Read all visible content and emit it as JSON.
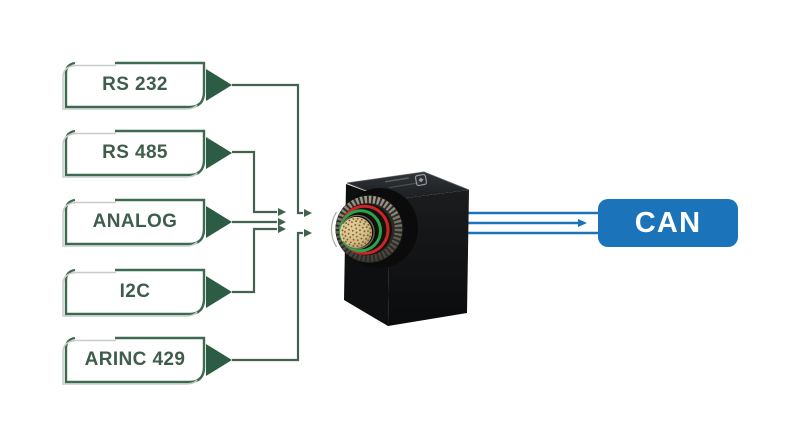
{
  "diagram": {
    "title": "",
    "inputs": [
      {
        "label": "RS 232"
      },
      {
        "label": "RS 485"
      },
      {
        "label": "ANALOG"
      },
      {
        "label": "I2C"
      },
      {
        "label": "ARINC 429"
      }
    ],
    "output": {
      "label": "CAN"
    },
    "connections": [
      {
        "from": "RS 232",
        "to": "converter-device"
      },
      {
        "from": "RS 485",
        "to": "converter-device"
      },
      {
        "from": "ANALOG",
        "to": "converter-device"
      },
      {
        "from": "I2C",
        "to": "converter-device"
      },
      {
        "from": "ARINC 429",
        "to": "converter-device"
      },
      {
        "from": "converter-device",
        "to": "CAN"
      }
    ],
    "colors": {
      "green_triangle": "#2d5c44",
      "green_border": "#3e6a52",
      "green_line": "#40624e",
      "green_text": "#3f5d4d",
      "ghost_outline": "#c6cec7",
      "blue_accent": "#1b74b9",
      "connector_face_tan": "#d9bf8e",
      "connector_ring_green": "#2aa44b",
      "connector_ring_red": "#c9242b",
      "device_body": "#121416"
    }
  }
}
